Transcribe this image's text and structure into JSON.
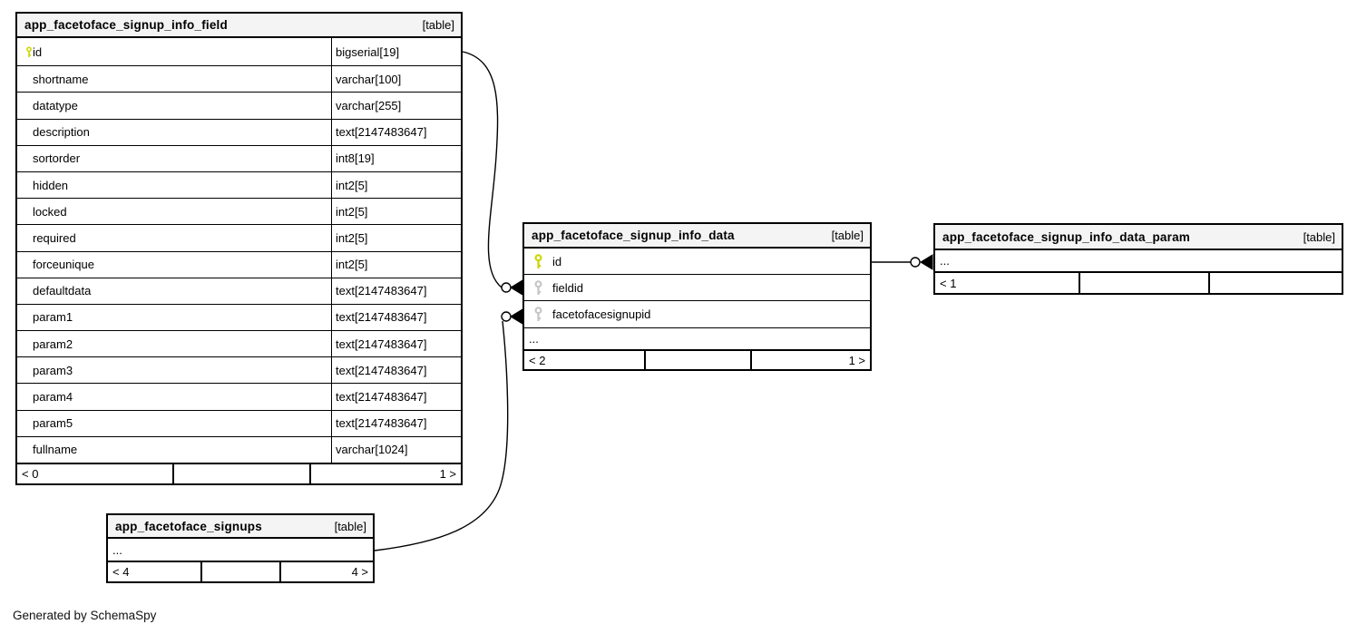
{
  "diagram": {
    "generated_note": "Generated by SchemaSpy",
    "colors": {
      "header_bg": "#f4f4f4",
      "border": "#000000",
      "primary_key": "#ccd600",
      "foreign_key": "#c6c6c6"
    }
  },
  "tables": [
    {
      "name": "app_facetoface_signup_info_field",
      "tag": "[table]",
      "columns": [
        {
          "name": "id",
          "type": "bigserial[19]",
          "key": "primary"
        },
        {
          "name": "shortname",
          "type": "varchar[100]",
          "key": null
        },
        {
          "name": "datatype",
          "type": "varchar[255]",
          "key": null
        },
        {
          "name": "description",
          "type": "text[2147483647]",
          "key": null
        },
        {
          "name": "sortorder",
          "type": "int8[19]",
          "key": null
        },
        {
          "name": "hidden",
          "type": "int2[5]",
          "key": null
        },
        {
          "name": "locked",
          "type": "int2[5]",
          "key": null
        },
        {
          "name": "required",
          "type": "int2[5]",
          "key": null
        },
        {
          "name": "forceunique",
          "type": "int2[5]",
          "key": null
        },
        {
          "name": "defaultdata",
          "type": "text[2147483647]",
          "key": null
        },
        {
          "name": "param1",
          "type": "text[2147483647]",
          "key": null
        },
        {
          "name": "param2",
          "type": "text[2147483647]",
          "key": null
        },
        {
          "name": "param3",
          "type": "text[2147483647]",
          "key": null
        },
        {
          "name": "param4",
          "type": "text[2147483647]",
          "key": null
        },
        {
          "name": "param5",
          "type": "text[2147483647]",
          "key": null
        },
        {
          "name": "fullname",
          "type": "varchar[1024]",
          "key": null
        }
      ],
      "footer": {
        "left": "< 0",
        "center": "",
        "right": "1 >"
      }
    },
    {
      "name": "app_facetoface_signup_info_data",
      "tag": "[table]",
      "columns": [
        {
          "name": "id",
          "type": "",
          "key": "primary"
        },
        {
          "name": "fieldid",
          "type": "",
          "key": "foreign"
        },
        {
          "name": "facetofacesignupid",
          "type": "",
          "key": "foreign"
        }
      ],
      "ellipsis": "...",
      "footer": {
        "left": "< 2",
        "center": "",
        "right": "1 >"
      }
    },
    {
      "name": "app_facetoface_signup_info_data_param",
      "tag": "[table]",
      "columns": [],
      "ellipsis": "...",
      "footer": {
        "left": "< 1",
        "center": "",
        "right": ""
      }
    },
    {
      "name": "app_facetoface_signups",
      "tag": "[table]",
      "columns": [],
      "ellipsis": "...",
      "footer": {
        "left": "< 4",
        "center": "",
        "right": "4 >"
      }
    }
  ],
  "relationships": [
    {
      "from": "app_facetoface_signup_info_field.id",
      "to": "app_facetoface_signup_info_data.fieldid",
      "notation": "zero-or-many"
    },
    {
      "from": "app_facetoface_signups",
      "to": "app_facetoface_signup_info_data.facetofacesignupid",
      "notation": "zero-or-many"
    },
    {
      "from": "app_facetoface_signup_info_data.id",
      "to": "app_facetoface_signup_info_data_param",
      "notation": "zero-or-many"
    }
  ]
}
